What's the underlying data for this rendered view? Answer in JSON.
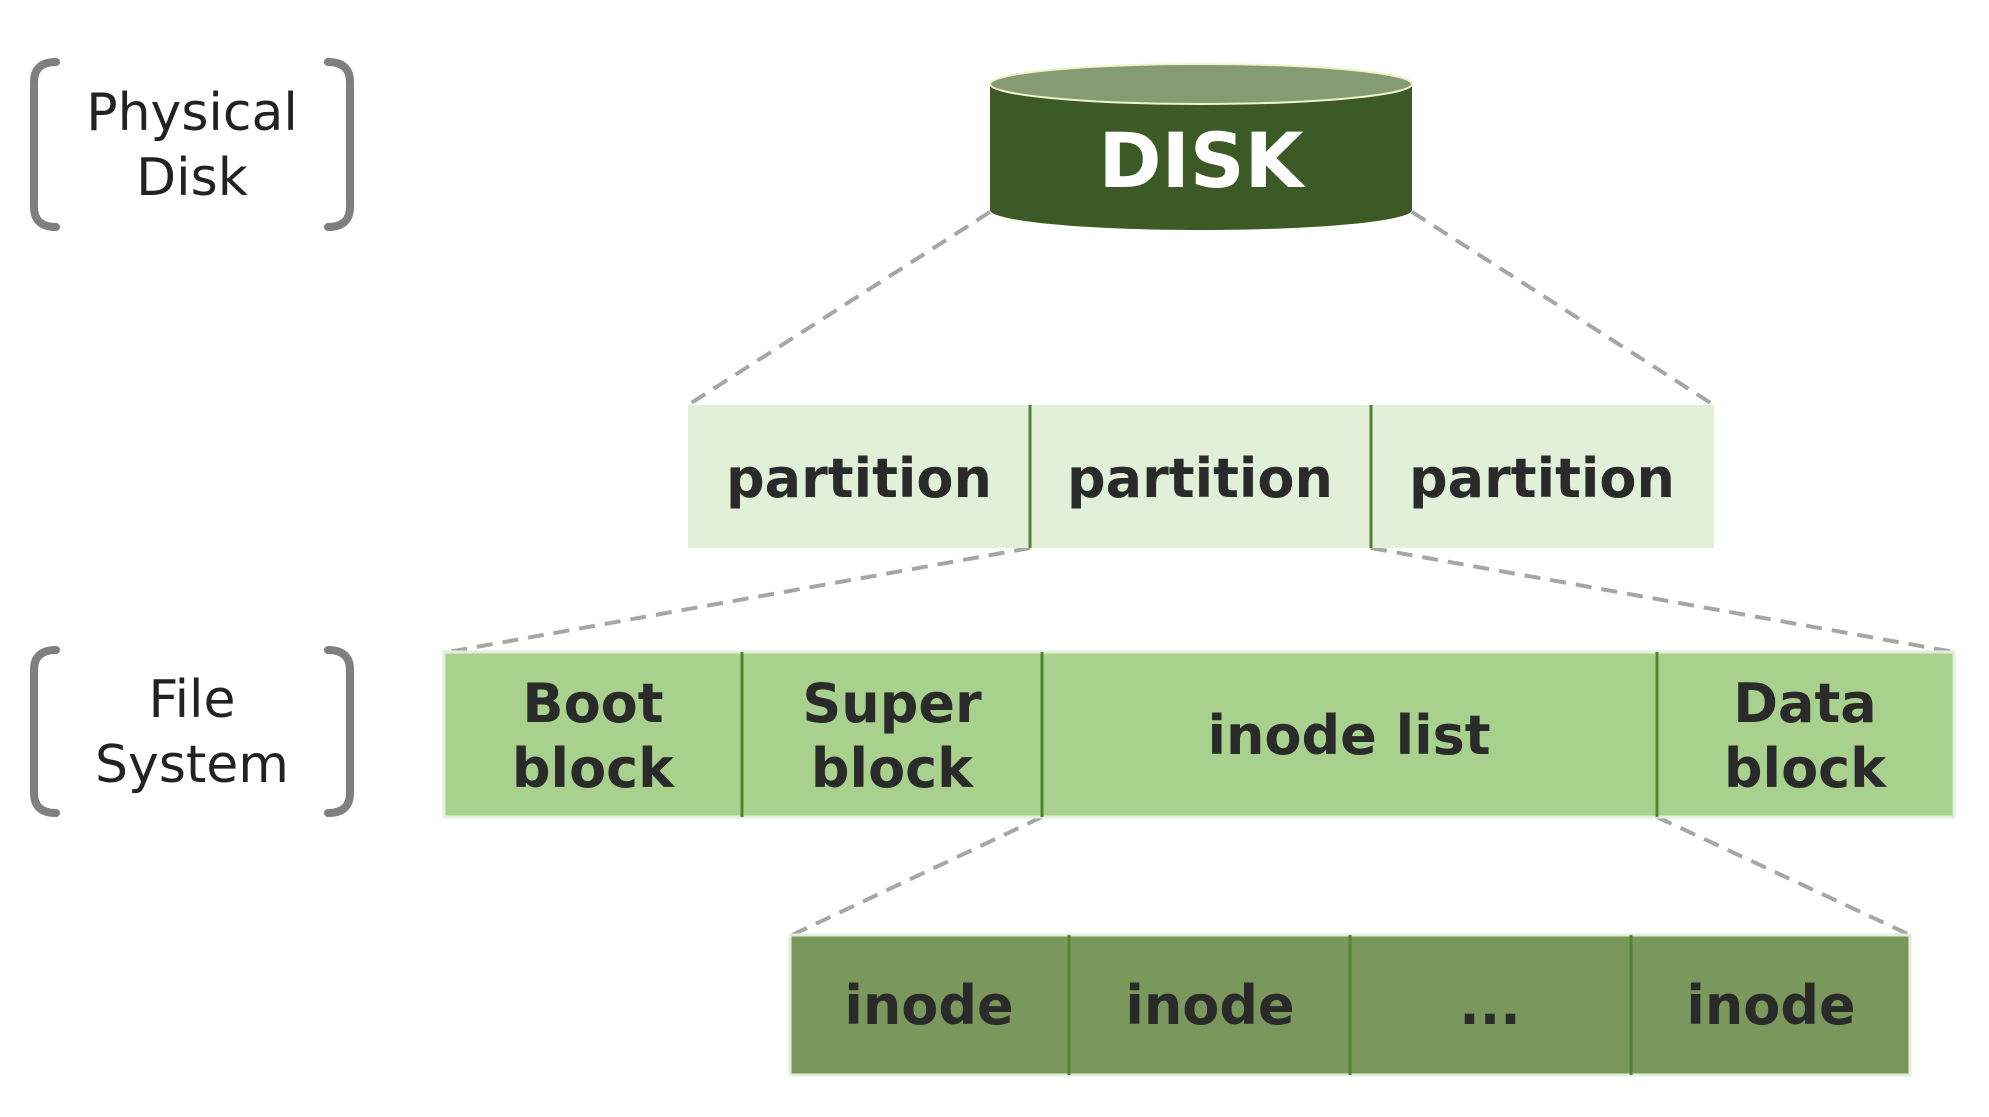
{
  "labels": {
    "physical_disk": [
      "Physical",
      "Disk"
    ],
    "file_system": [
      "File",
      "System"
    ]
  },
  "disk": {
    "label": "DISK"
  },
  "partitions": [
    "partition",
    "partition",
    "partition"
  ],
  "filesystem_blocks": [
    [
      "Boot",
      "block"
    ],
    [
      "Super",
      "block"
    ],
    [
      "inode list"
    ],
    [
      "Data",
      "block"
    ]
  ],
  "inodes": [
    "inode",
    "inode",
    "...",
    "inode"
  ],
  "colors": {
    "disk_body": "#3c5a25",
    "disk_top": "#859b74",
    "partition_fill": "#e2efd9",
    "filesystem_fill": "#a9d18e",
    "inode_fill": "#7a985b",
    "divider": "#548235",
    "bracket": "#7f7f7f",
    "connector": "#a6a6a6"
  }
}
